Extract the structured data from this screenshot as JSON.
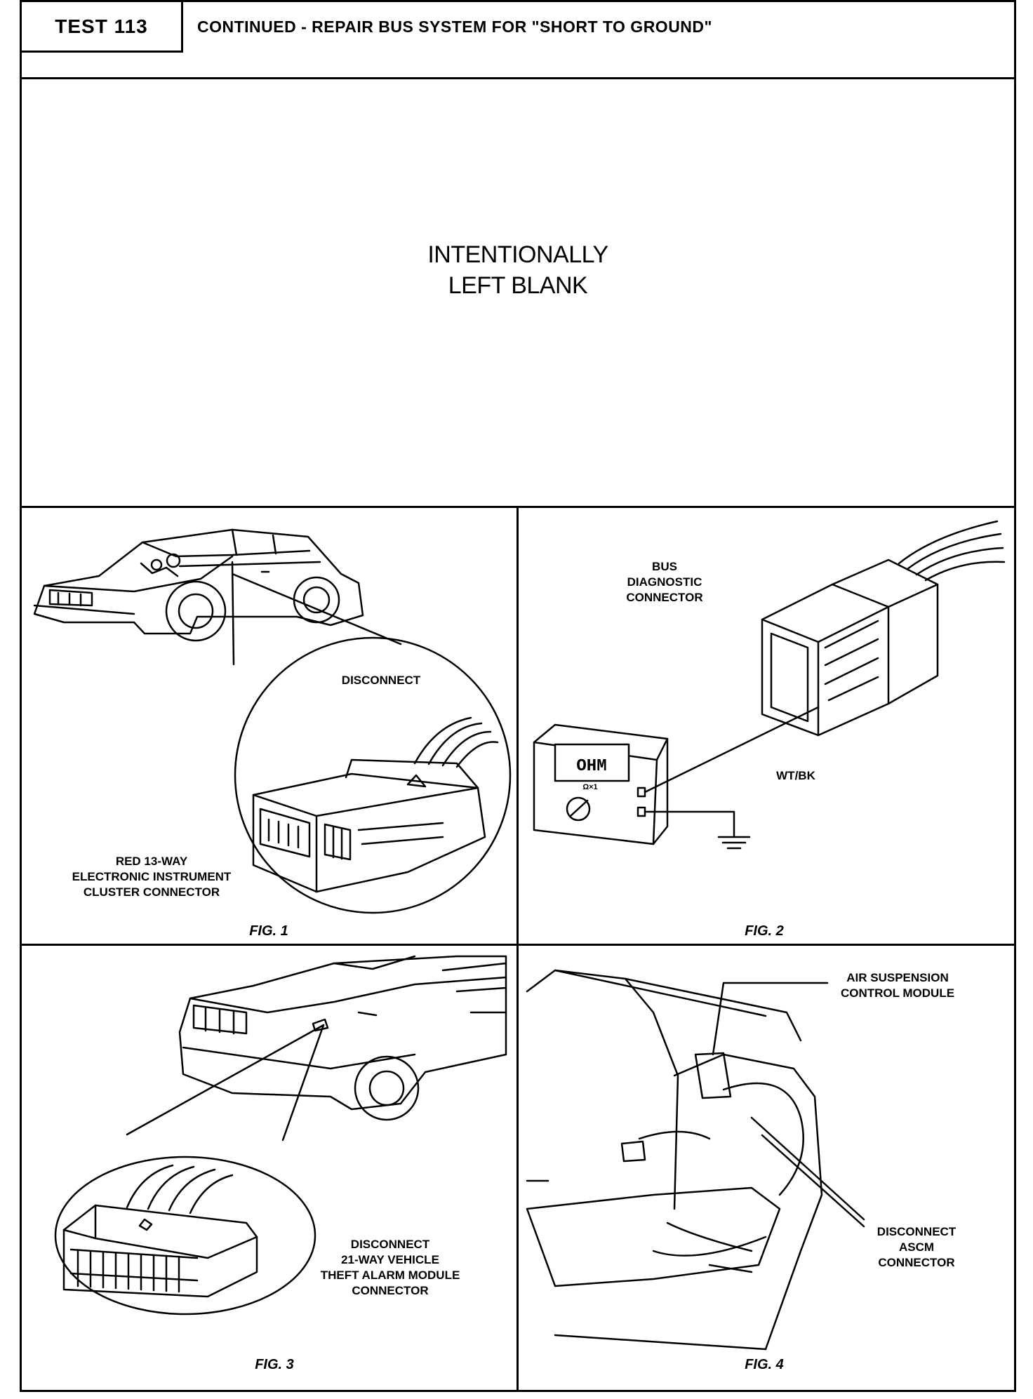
{
  "header": {
    "test_number": "TEST 113",
    "title": "CONTINUED - REPAIR BUS SYSTEM FOR \"SHORT TO GROUND\""
  },
  "blank_notice": {
    "line1": "INTENTIONALLY",
    "line2": "LEFT BLANK"
  },
  "fig1": {
    "caption": "FIG. 1",
    "disconnect_label": "DISCONNECT",
    "connector_label": [
      "RED 13-WAY",
      "ELECTRONIC INSTRUMENT",
      "CLUSTER CONNECTOR"
    ]
  },
  "fig2": {
    "caption": "FIG. 2",
    "connector_label": [
      "BUS",
      "DIAGNOSTIC",
      "CONNECTOR"
    ],
    "meter_display": "OHM",
    "meter_range": "Ω×1",
    "wire_label": "WT/BK"
  },
  "fig3": {
    "caption": "FIG. 3",
    "connector_label": [
      "DISCONNECT",
      "21-WAY VEHICLE",
      "THEFT ALARM MODULE",
      "CONNECTOR"
    ]
  },
  "fig4": {
    "caption": "FIG. 4",
    "module_label": [
      "AIR SUSPENSION",
      "CONTROL MODULE"
    ],
    "connector_label": [
      "DISCONNECT",
      "ASCM",
      "CONNECTOR"
    ]
  }
}
